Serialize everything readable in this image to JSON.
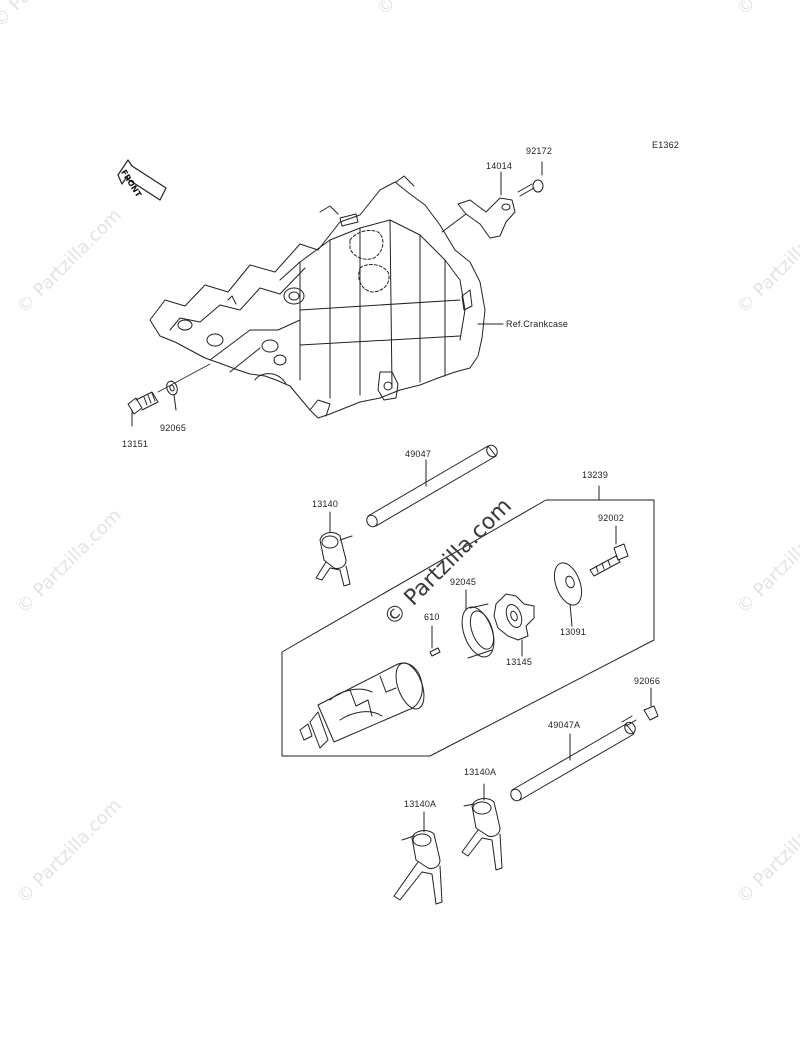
{
  "diagram_code": "E1362",
  "watermark_text": "© Partzilla.com",
  "direction_label": "FRONT",
  "reference_label": "Ref.Crankcase",
  "parts": {
    "p92172": "92172",
    "p14014": "14014",
    "p13151": "13151",
    "p92065": "92065",
    "p49047": "49047",
    "p13239": "13239",
    "p13140": "13140",
    "p92002": "92002",
    "p92045": "92045",
    "p610": "610",
    "p13145": "13145",
    "p13091": "13091",
    "p92066": "92066",
    "p49047A": "49047A",
    "p13140A_1": "13140A",
    "p13140A_2": "13140A"
  },
  "colors": {
    "line": "#222222",
    "watermark": "#e3e3e3",
    "watermark_center": "#3a3a3a"
  }
}
